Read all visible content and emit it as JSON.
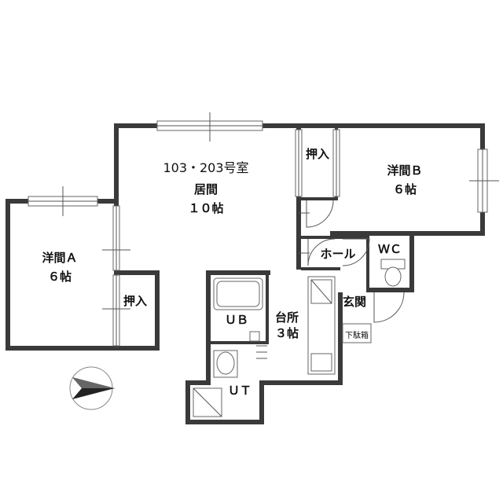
{
  "plan": {
    "unit_number": "103・203号室",
    "rooms": {
      "living": {
        "name": "居間",
        "size": "１０帖"
      },
      "western_a": {
        "name": "洋間Ａ",
        "size": "６帖"
      },
      "western_b": {
        "name": "洋間Ｂ",
        "size": "６帖"
      },
      "kitchen": {
        "name": "台所",
        "size": "３帖"
      },
      "closet_a": "押入",
      "closet_b": "押入",
      "hall": "ホール",
      "wc": "ＷＣ",
      "ub": "ＵＢ",
      "ut": "ＵＴ",
      "entrance": "玄関",
      "shoe_box": "下駄箱"
    }
  },
  "colors": {
    "wall": "#3a3a3a",
    "line": "#555555",
    "background": "#ffffff"
  },
  "icons": {
    "compass": "north-arrow-icon"
  }
}
